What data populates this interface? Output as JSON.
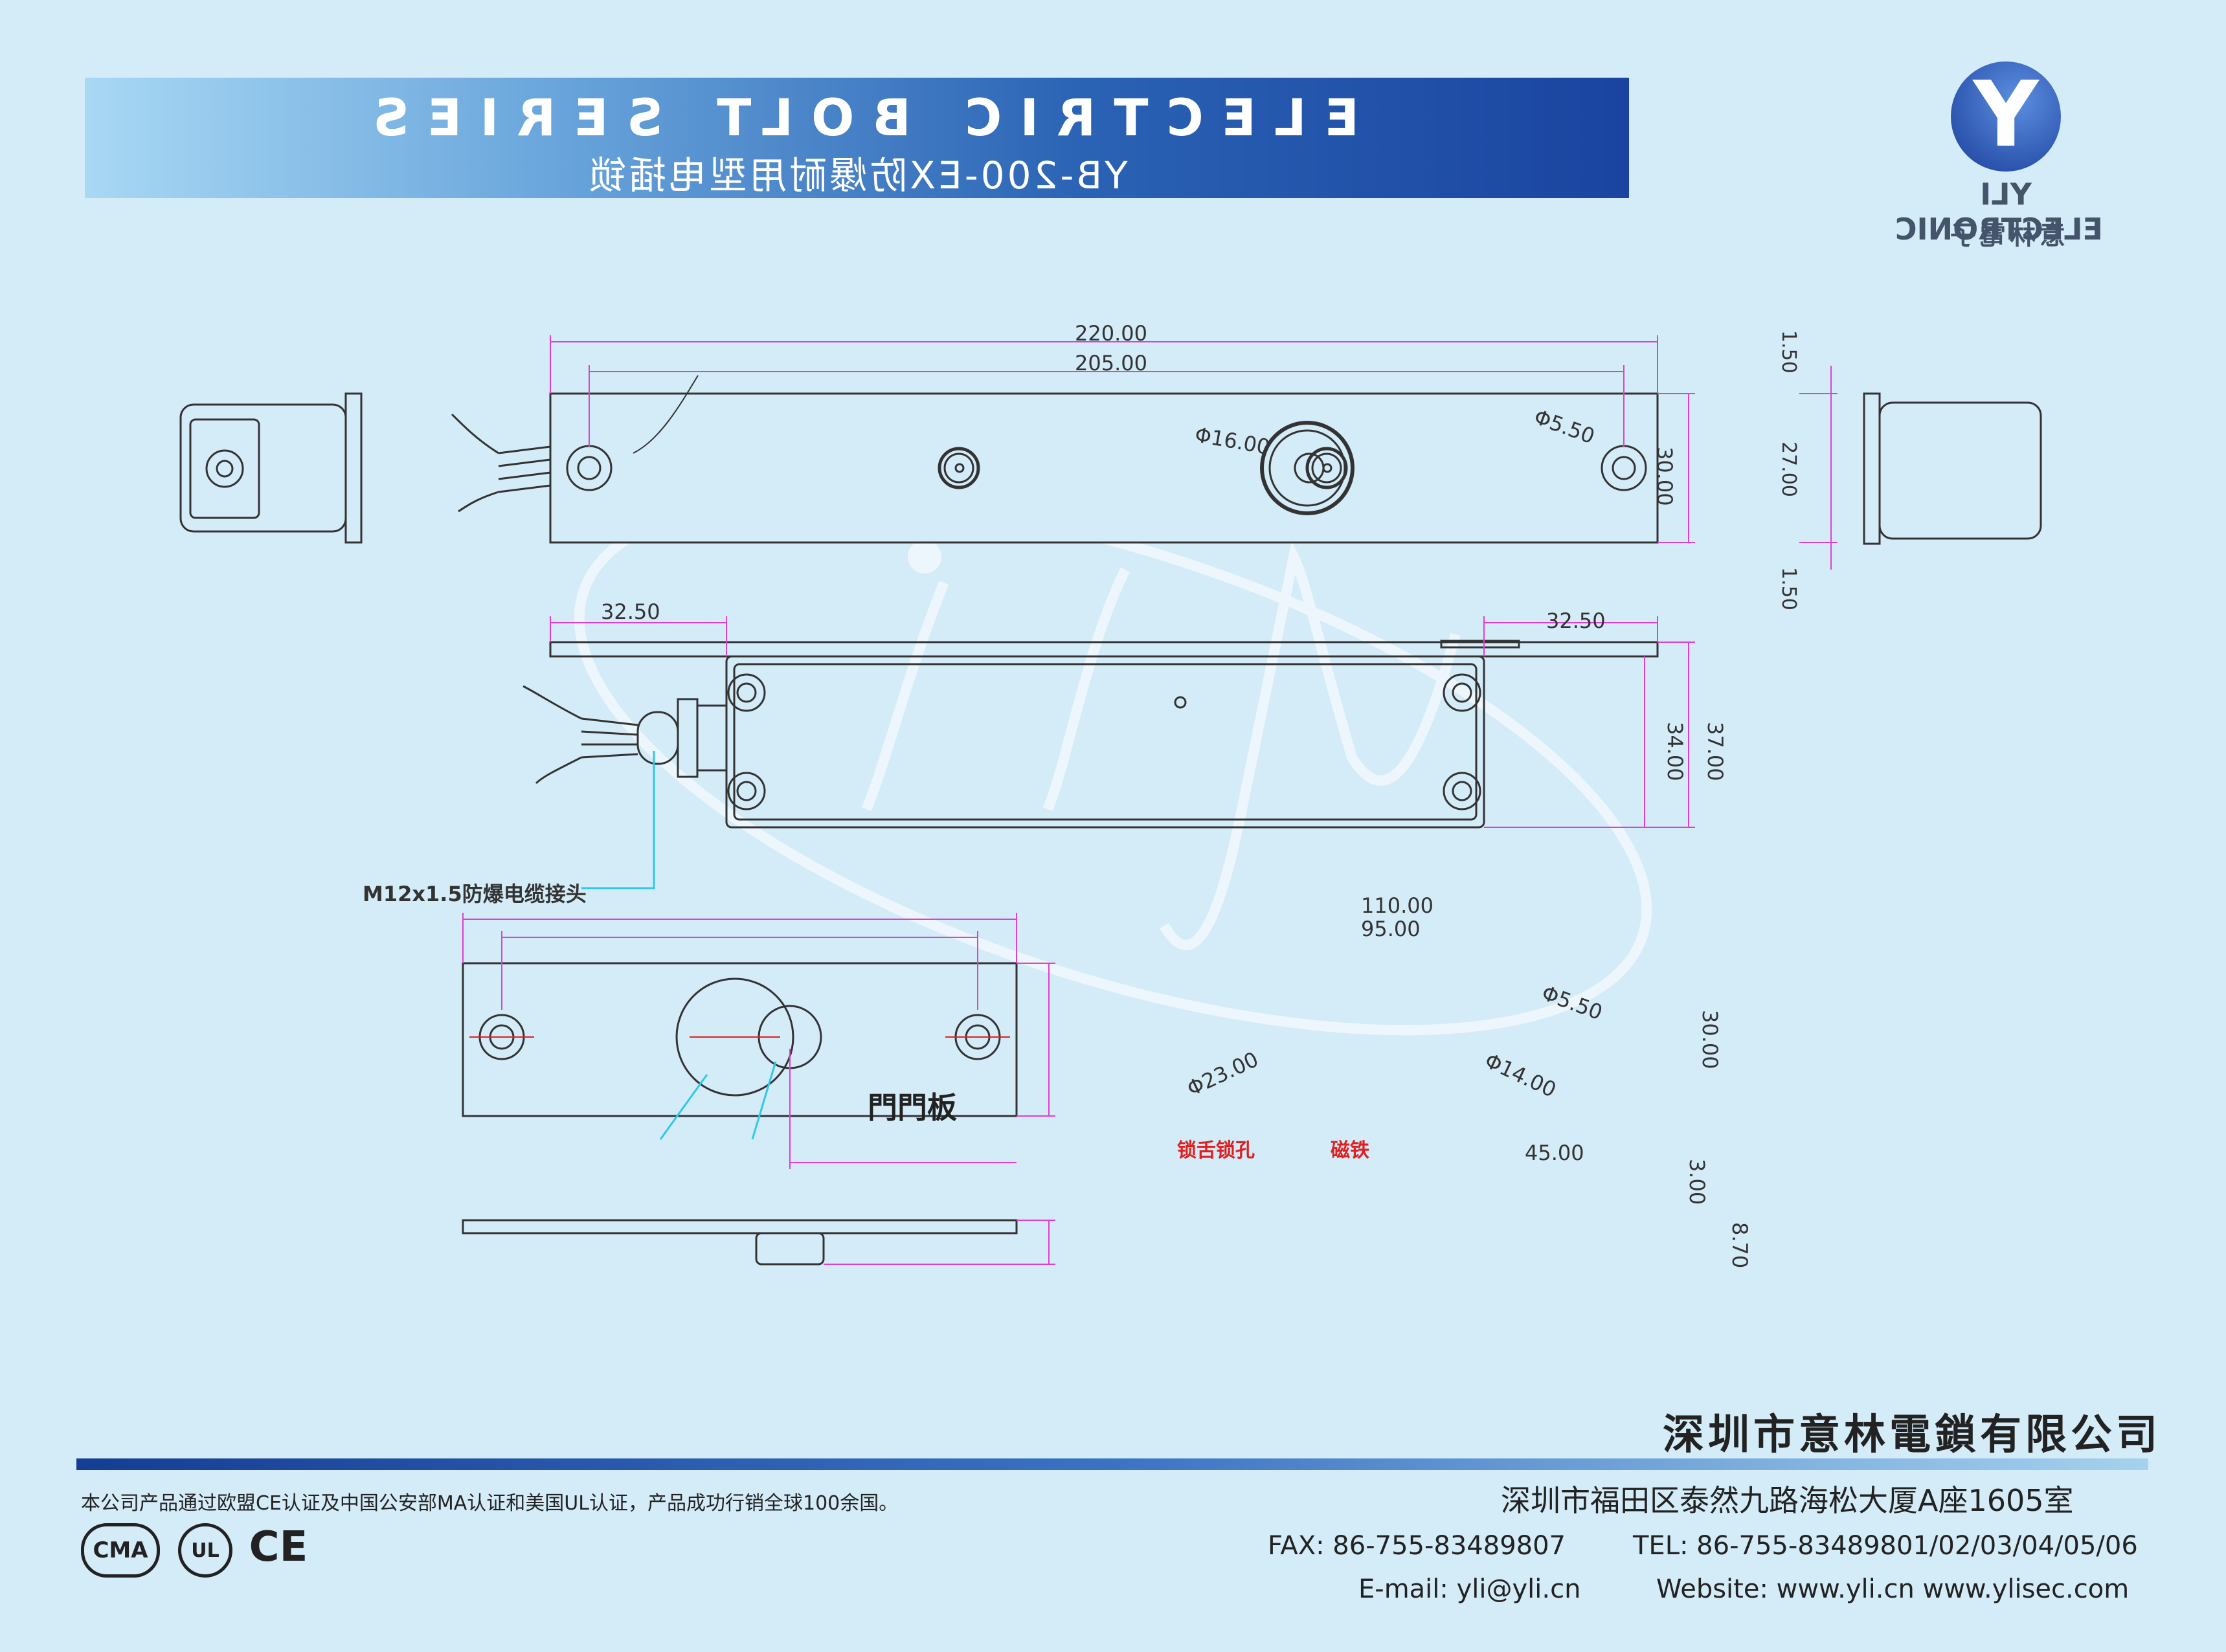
{
  "header": {
    "title_en": "ELECTRIC BOLT SERIES",
    "title_cn": "YB-200-EX防爆耐用型电插锁"
  },
  "logo": {
    "letter": "Y",
    "name_en": "YLI ELECTRONIC",
    "name_cn": "意林電子",
    "icon": "yli-y-logo-icon",
    "color": "#1a3d9a"
  },
  "drawing": {
    "watermark": "yli",
    "top_view": {
      "dim_overall": "220.00",
      "dim_holes": "205.00",
      "dim_height": "30.00",
      "dim_hole_dia": "Φ5.50",
      "dim_bolt_dia": "Φ16.00"
    },
    "end_view": {
      "dim_top": "1.50",
      "dim_middle": "27.00",
      "dim_bottom": "1.50"
    },
    "side_view": {
      "dim_left": "32.50",
      "dim_right": "32.50",
      "dim_body": "34.00",
      "dim_total": "37.00",
      "connector_label": "M12x1.5防爆电缆接头"
    },
    "strike_plate": {
      "dim_overall": "110.00",
      "dim_holes": "95.00",
      "dim_height": "30.00",
      "dim_hole_dia": "Φ5.50",
      "dim_bolt_hole": "Φ23.00",
      "dim_magnet": "Φ14.00",
      "dim_offset": "45.00",
      "dim_thickness": "3.00",
      "dim_total_thickness": "8.70",
      "title": "門門板",
      "label_bolt_hole": "锁舌锁孔",
      "label_magnet": "磁铁",
      "label_color": "#e02020"
    },
    "line_color": "#e040d0",
    "leader_color": "#30c8e8"
  },
  "footer": {
    "company": "深圳市意林電鎖有限公司",
    "address": "深圳市福田区泰然九路海松大厦A座1605室",
    "phone": "TEL: 86-755-83489801/02/03/04/05/06",
    "fax": "FAX: 86-755-83489807",
    "website": "Website: www.yli.cn www.ylisec.com",
    "email": "E-mail: yli@yli.cn",
    "cert_note": "本公司产品通过欧盟CE认证及中国公安部MA认证和美国UL认证，产品成功行销全球100余国。",
    "certs": [
      "CE",
      "UL",
      "CMA"
    ]
  }
}
